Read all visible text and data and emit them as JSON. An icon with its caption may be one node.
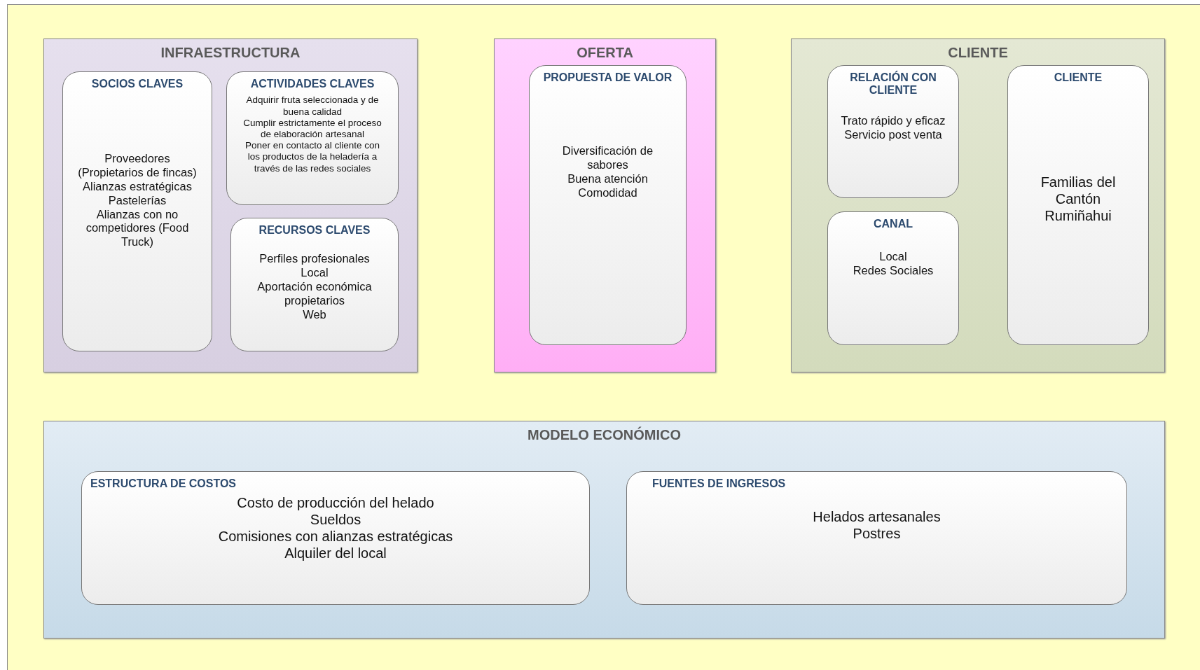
{
  "diagram": {
    "nodes": [
      {
        "text": [
          "INFRAESTRUCTURA"
        ]
      },
      {
        "text": [
          "SOCIOS CLAVES",
          "Proveedores (Propietarios de fincas)",
          "Alianzas estratégicas",
          "Pastelerías",
          "Alianzas con no competidores (Food Truck)"
        ],
        "in": 0
      },
      {
        "text": [
          "ACTIVIDADES CLAVES",
          "Adquirir fruta seleccionada y de buena calidad",
          "Cumplir estrictamente el proceso de elaboración artesanal",
          "Poner en contacto al cliente con los productos de la heladería a través de las redes sociales"
        ],
        "in": 0
      },
      {
        "text": [
          "RECURSOS  CLAVES",
          "Perfiles profesionales",
          "Local",
          "Aportación económica propietarios",
          "Web"
        ],
        "in": 0
      },
      {
        "text": [
          "OFERTA"
        ]
      },
      {
        "text": [
          "PROPUESTA DE VALOR",
          "Diversificación de sabores",
          "Buena atención",
          "Comodidad"
        ],
        "in": 4
      },
      {
        "text": [
          "CLIENTE"
        ]
      },
      {
        "text": [
          "RELACIÓN CON CLIENTE",
          "Trato rápido y eficaz",
          "Servicio post venta"
        ],
        "in": 6
      },
      {
        "text": [
          "CANAL",
          "Local",
          "Redes Sociales"
        ],
        "in": 6
      },
      {
        "text": [
          "CLIENTE",
          "Familias del Cantón Rumiñahui"
        ],
        "in": 6
      },
      {
        "text": [
          "MODELO ECONÓMICO"
        ]
      },
      {
        "text": [
          "ESTRUCTURA DE COSTOS",
          "Costo de producción del helado",
          "Sueldos",
          "Comisiones con alianzas estratégicas",
          "Alquiler del local"
        ],
        "in": 10
      },
      {
        "text": [
          "FUENTES DE INGRESOS",
          "Helados artesanales",
          "Postres"
        ],
        "in": 10
      }
    ]
  }
}
